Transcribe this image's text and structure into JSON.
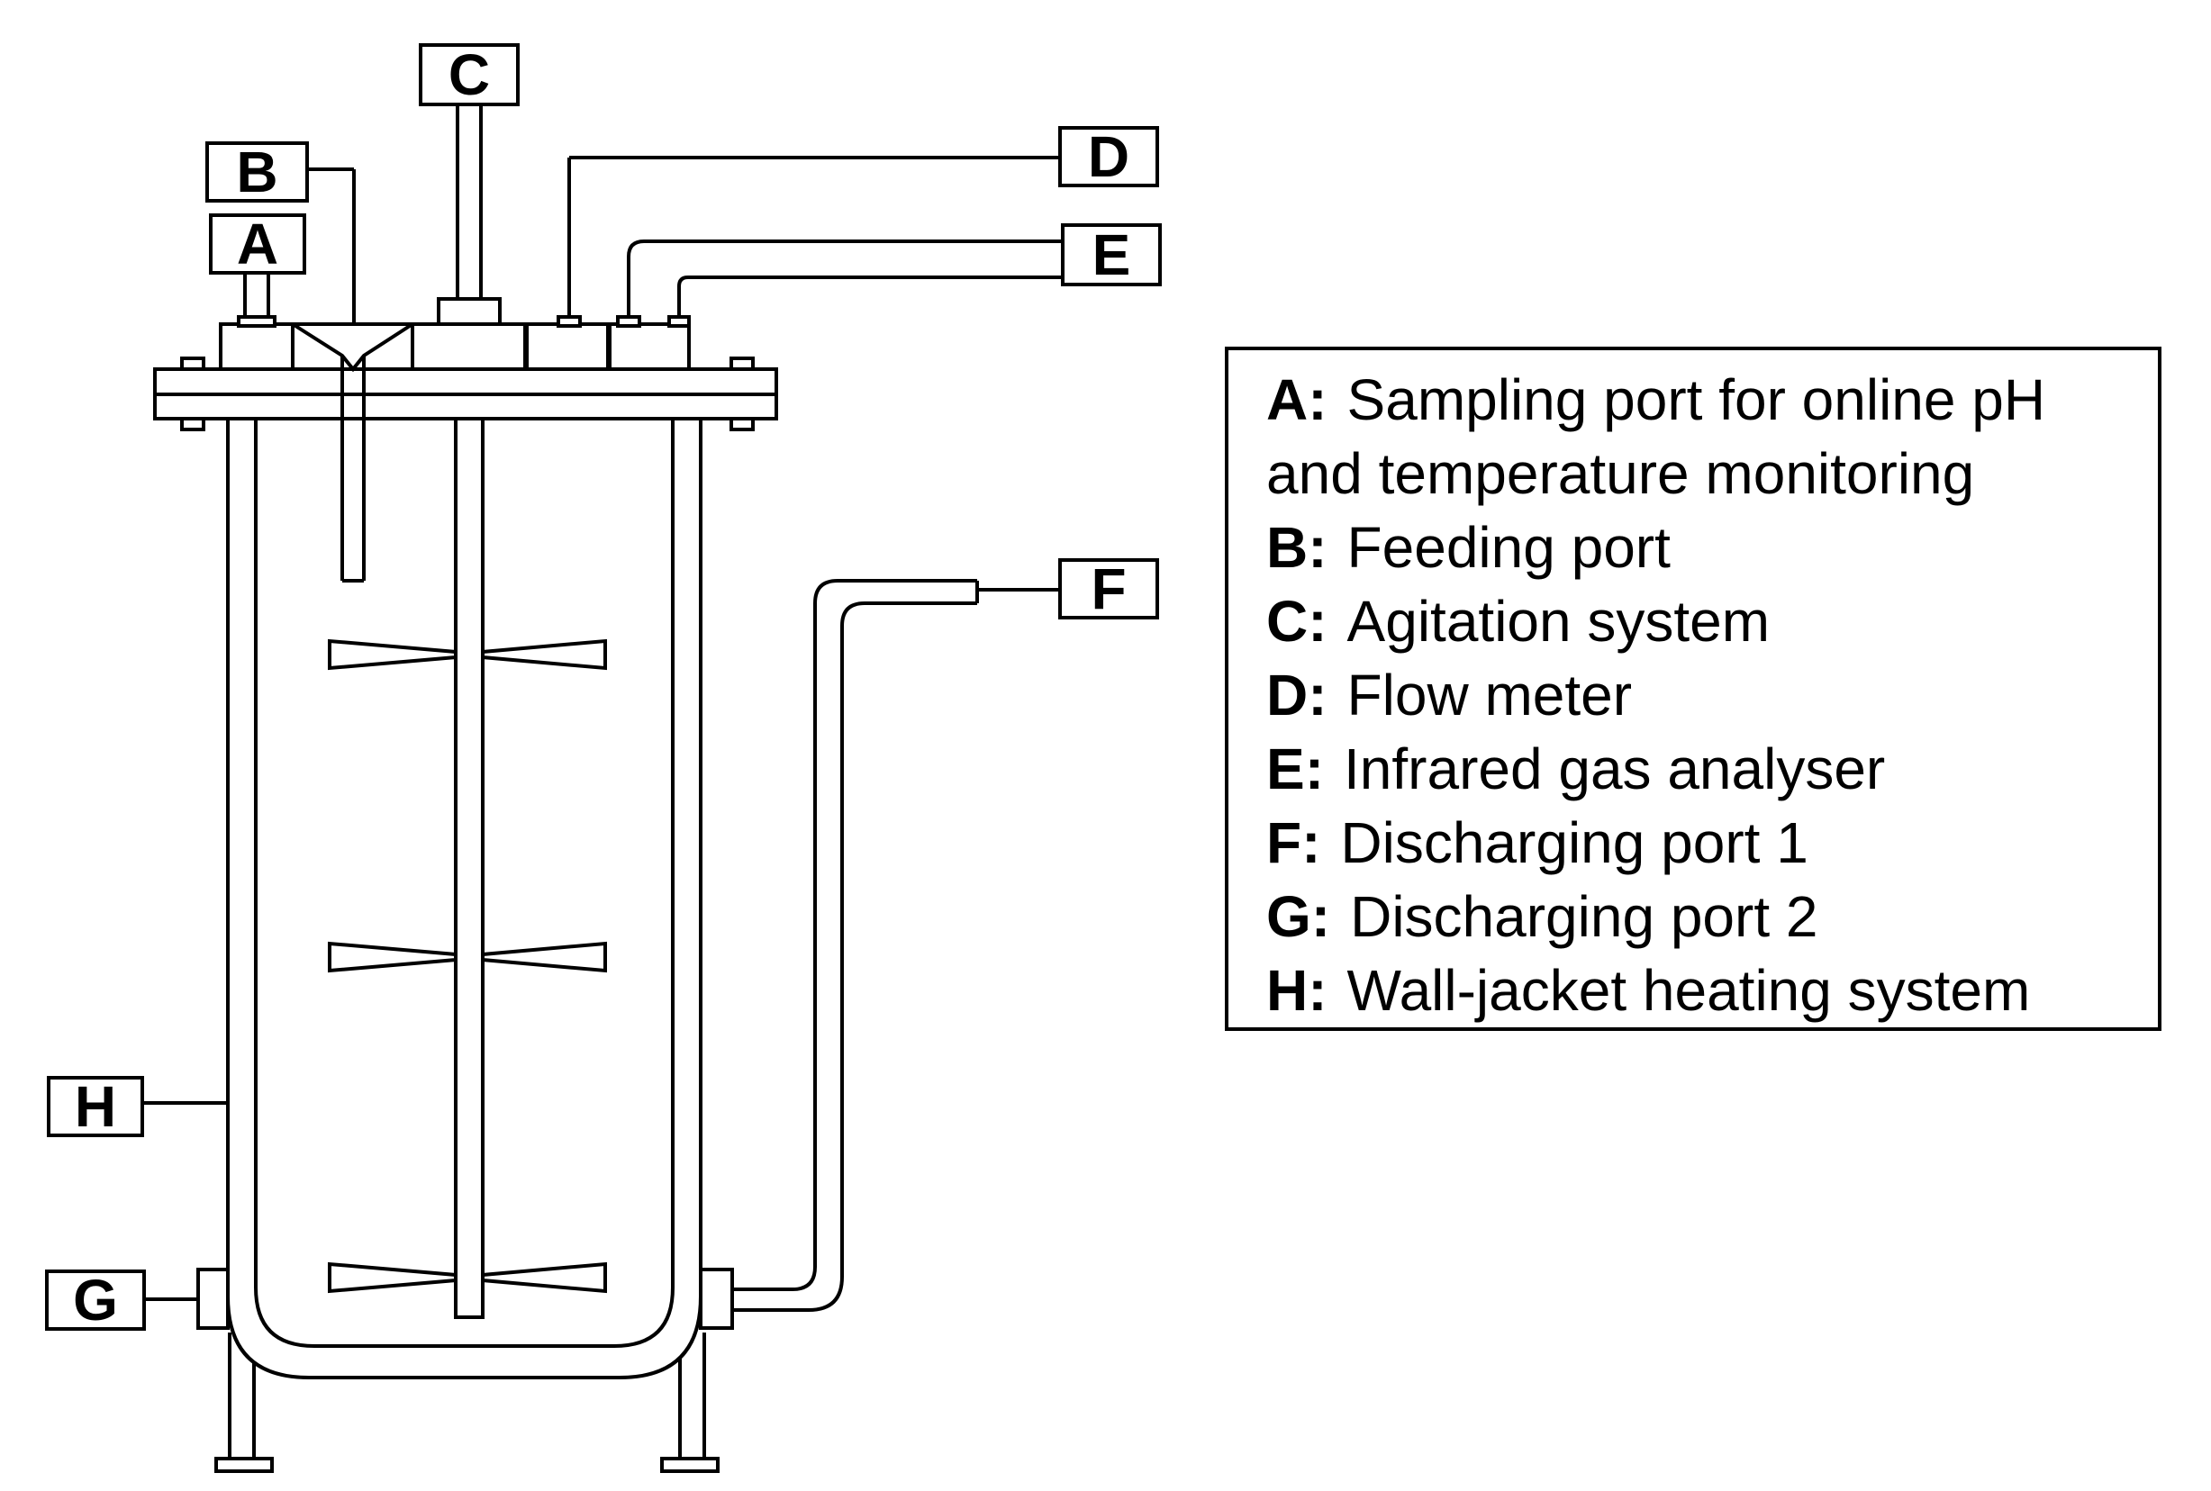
{
  "labels": {
    "A": "A",
    "B": "B",
    "C": "C",
    "D": "D",
    "E": "E",
    "F": "F",
    "G": "G",
    "H": "H"
  },
  "legend": {
    "items": [
      {
        "key": "A:",
        "lines": [
          "Sampling port for online pH",
          "and temperature monitoring"
        ]
      },
      {
        "key": "B:",
        "lines": [
          "Feeding port"
        ]
      },
      {
        "key": "C:",
        "lines": [
          "Agitation system"
        ]
      },
      {
        "key": "D:",
        "lines": [
          "Flow meter"
        ]
      },
      {
        "key": "E:",
        "lines": [
          "Infrared gas analyser"
        ]
      },
      {
        "key": "F:",
        "lines": [
          "Discharging port 1"
        ]
      },
      {
        "key": "G:",
        "lines": [
          "Discharging port 2"
        ]
      },
      {
        "key": "H:",
        "lines": [
          "Wall-jacket heating system"
        ]
      }
    ]
  },
  "colors": {
    "stroke": "#000000",
    "fill": "#ffffff"
  }
}
